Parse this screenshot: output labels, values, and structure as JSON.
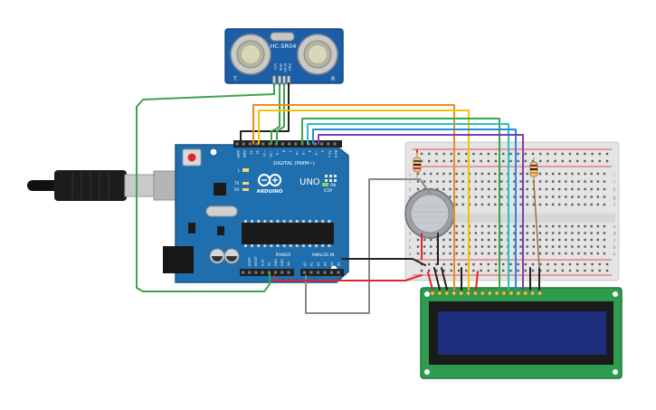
{
  "sensor": {
    "model": "HC-SR04",
    "pin_labels": [
      "VCC",
      "TRIG",
      "ECHO",
      "GND"
    ],
    "side_left": "T",
    "side_right": "R"
  },
  "arduino": {
    "brand": "ARDUINO",
    "model": "UNO",
    "digital_label": "DIGITAL (PWM~)",
    "power_label": "POWER",
    "analog_label": "ANALOG IN",
    "icsp_label": "ICSP",
    "tx_label": "TX",
    "rx_label": "RX",
    "l_label": "L",
    "on_label": "ON",
    "digital_pins": [
      "AREF",
      "GND",
      "13",
      "12",
      "~11",
      "~10",
      "~9",
      "8",
      "7",
      "~6",
      "~5",
      "4",
      "~3",
      "2",
      "TX 1",
      "RX 0"
    ],
    "power_pins": [
      "IOREF",
      "RESET",
      "3.3V",
      "5V",
      "GND",
      "GND",
      "Vin"
    ],
    "analog_pins": [
      "A0",
      "A1",
      "A2",
      "A3",
      "A4",
      "A5"
    ]
  },
  "breadboard": {
    "row_letters_top": [
      "j",
      "i",
      "h",
      "g",
      "f"
    ],
    "row_letters_bottom": [
      "e",
      "d",
      "c",
      "b",
      "a"
    ]
  },
  "colors": {
    "arduino_board": "#1f6fae",
    "sensor_board": "#1d5fa6",
    "lcd_pcb": "#2e9b4f",
    "lcd_screen": "#1d2f7c",
    "wire_black": "#222222",
    "wire_red": "#e0262a",
    "wire_green": "#3fa34d",
    "wire_orange": "#ef8a1c",
    "wire_yellow": "#f2c400",
    "wire_blue": "#2a8ad8",
    "wire_cyan": "#1ec5c7",
    "wire_purple": "#7b3fb3",
    "wire_gray": "#8a8a8a",
    "wire_brown": "#9a6a34"
  }
}
